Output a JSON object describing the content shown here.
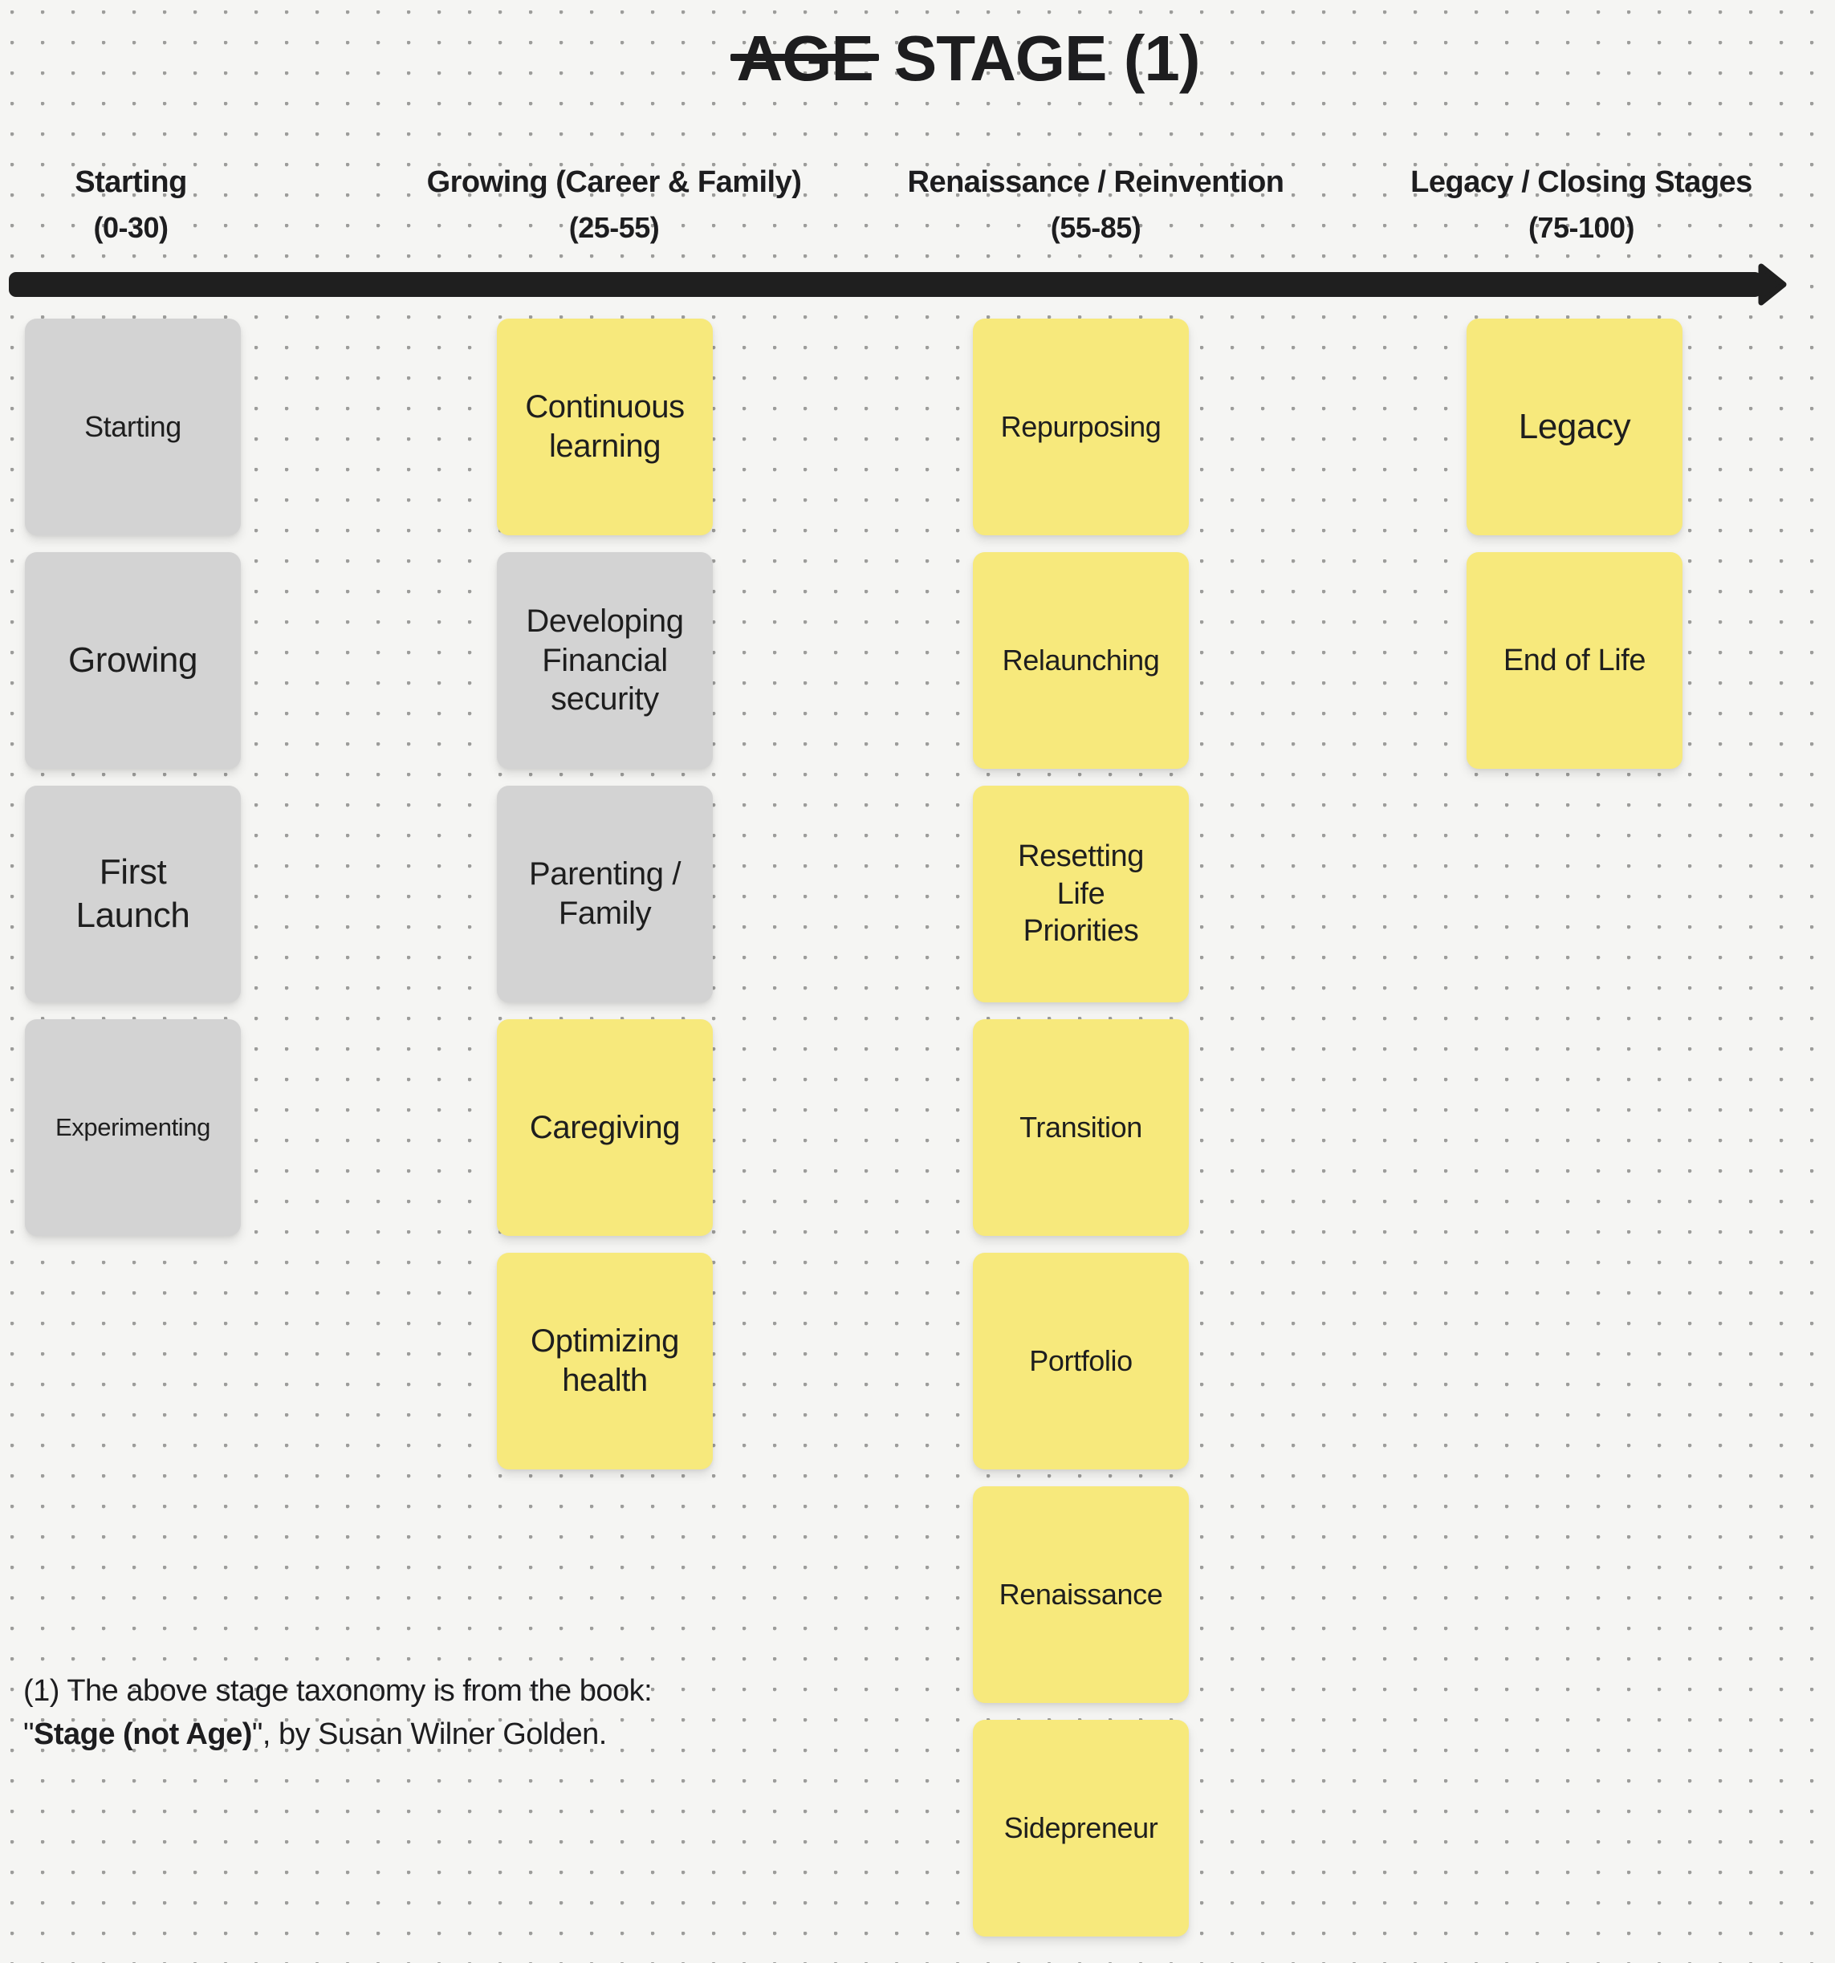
{
  "board": {
    "title": {
      "struck": "AGE",
      "rest": "STAGE (1)"
    },
    "columns": [
      {
        "label": "Starting",
        "range": "(0-30)"
      },
      {
        "label": "Growing (Career & Family)",
        "range": "(25-55)"
      },
      {
        "label": "Renaissance / Reinvention",
        "range": "(55-85)"
      },
      {
        "label": "Legacy / Closing Stages",
        "range": "(75-100)"
      }
    ],
    "notes": [
      {
        "text": "Starting",
        "col": 0,
        "row": 0,
        "color": "gray",
        "size": 36
      },
      {
        "text": "Growing",
        "col": 0,
        "row": 1,
        "color": "gray",
        "size": 44
      },
      {
        "text": "First\nLaunch",
        "col": 0,
        "row": 2,
        "color": "gray",
        "size": 44
      },
      {
        "text": "Experimenting",
        "col": 0,
        "row": 3,
        "color": "gray",
        "size": 31
      },
      {
        "text": "Continuous\nlearning",
        "col": 1,
        "row": 0,
        "color": "yellow",
        "size": 40
      },
      {
        "text": "Developing\nFinancial\nsecurity",
        "col": 1,
        "row": 1,
        "color": "gray",
        "size": 40
      },
      {
        "text": "Parenting /\nFamily",
        "col": 1,
        "row": 2,
        "color": "gray",
        "size": 40
      },
      {
        "text": "Caregiving",
        "col": 1,
        "row": 3,
        "color": "yellow",
        "size": 40
      },
      {
        "text": "Optimizing\nhealth",
        "col": 1,
        "row": 4,
        "color": "yellow",
        "size": 40
      },
      {
        "text": "Repurposing",
        "col": 2,
        "row": 0,
        "color": "yellow",
        "size": 36
      },
      {
        "text": "Relaunching",
        "col": 2,
        "row": 1,
        "color": "yellow",
        "size": 36
      },
      {
        "text": "Resetting\nLife\nPriorities",
        "col": 2,
        "row": 2,
        "color": "yellow",
        "size": 38
      },
      {
        "text": "Transition",
        "col": 2,
        "row": 3,
        "color": "yellow",
        "size": 36
      },
      {
        "text": "Portfolio",
        "col": 2,
        "row": 4,
        "color": "yellow",
        "size": 36
      },
      {
        "text": "Renaissance",
        "col": 2,
        "row": 5,
        "color": "yellow",
        "size": 36
      },
      {
        "text": "Sidepreneur",
        "col": 2,
        "row": 6,
        "color": "yellow",
        "size": 36
      },
      {
        "text": "Legacy",
        "col": 3,
        "row": 0,
        "color": "yellow",
        "size": 44
      },
      {
        "text": "End of Life",
        "col": 3,
        "row": 1,
        "color": "yellow",
        "size": 38
      }
    ],
    "footnote": {
      "line1": "(1) The above stage taxonomy is from the book:",
      "line2_prefix": "\"",
      "book": "Stage (not Age)",
      "line2_suffix": "\", by Susan Wilner Golden."
    },
    "colors": {
      "yellow": "#f7e97c",
      "gray": "#d3d3d3",
      "background": "#f5f5f3",
      "dot": "#9c9c9a",
      "text": "#1d1d1f",
      "arrow": "#1f1f1f"
    }
  }
}
